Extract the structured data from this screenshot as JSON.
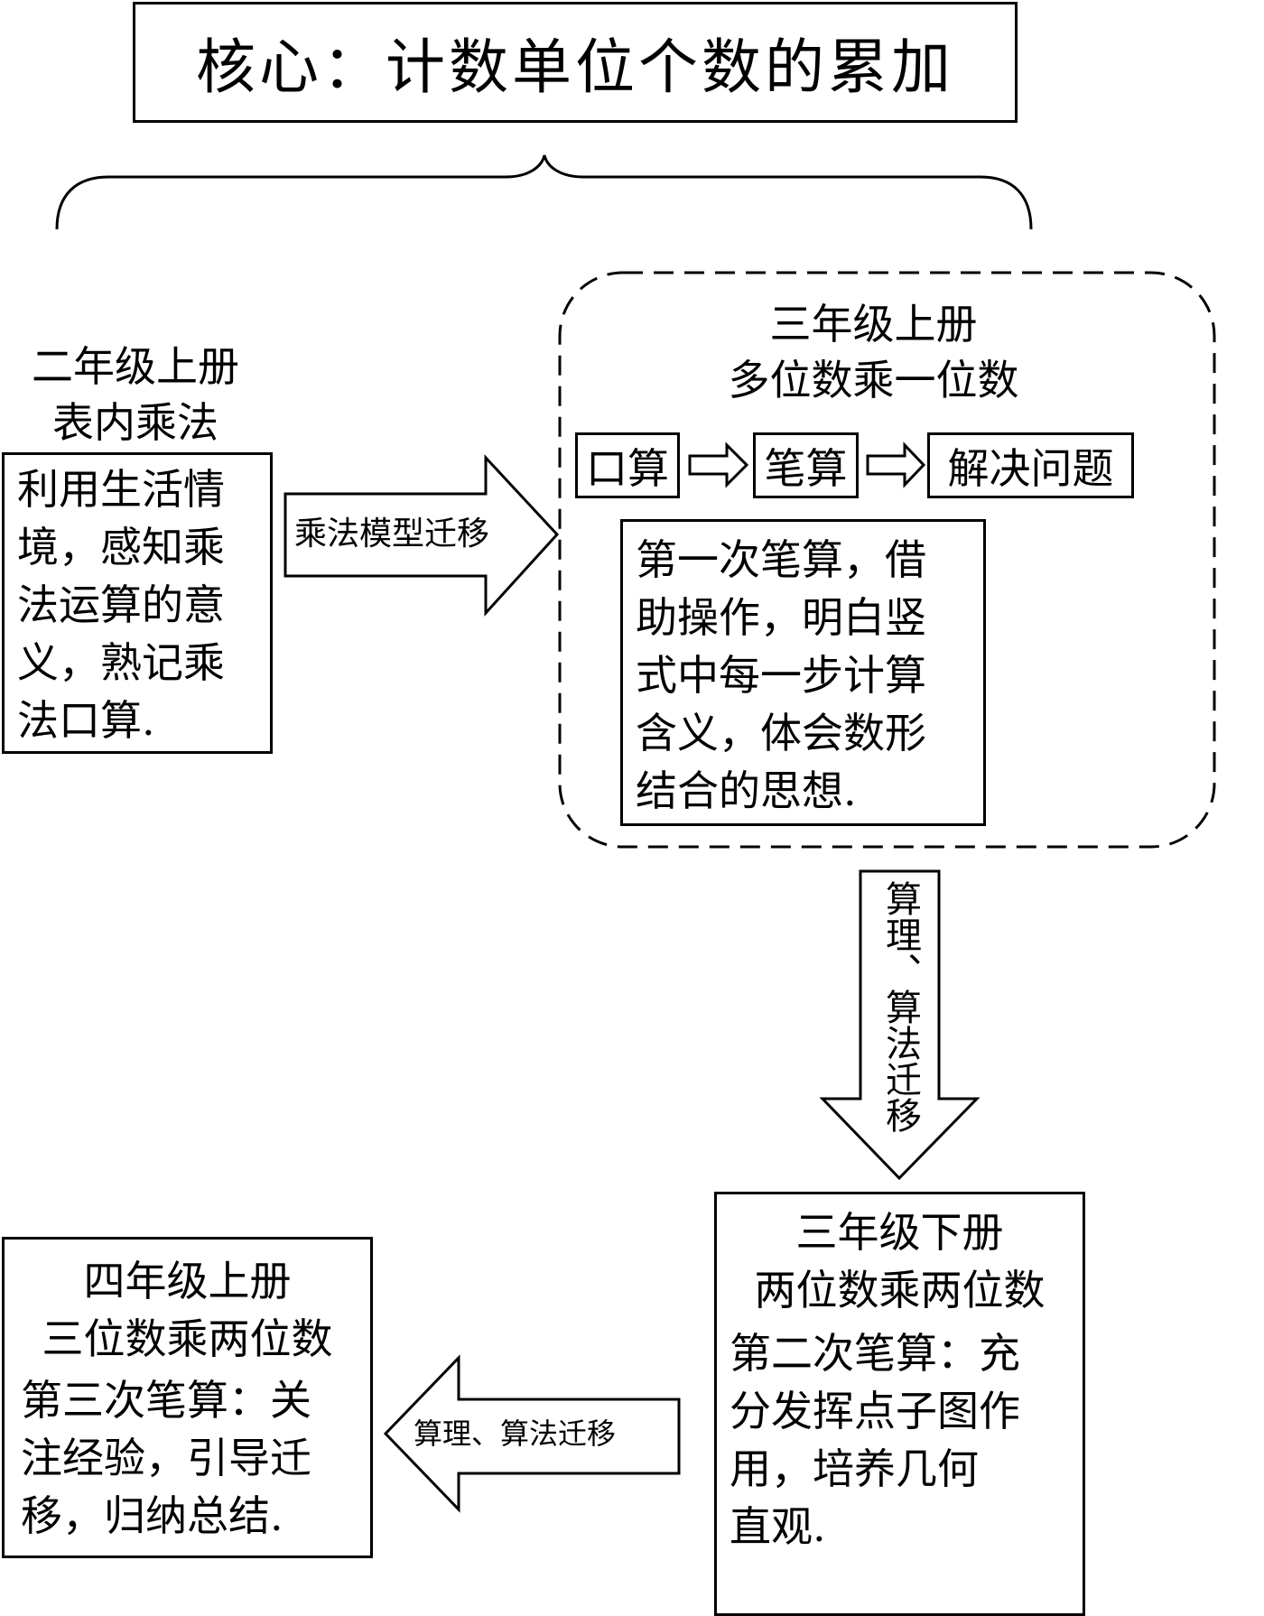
{
  "core": {
    "title": "核心：计数单位个数的累加"
  },
  "grade2_upper": {
    "heading_line1": "二年级上册",
    "heading_line2": "表内乘法",
    "description_lines": [
      "利用生活情",
      "境，感知乘",
      "法运算的意",
      "义，熟记乘",
      "法口算."
    ]
  },
  "arrow_right": {
    "label": "乘法模型迁移"
  },
  "grade3_upper": {
    "heading_line1": "三年级上册",
    "heading_line2": "多位数乘一位数",
    "steps": [
      "口算",
      "笔算",
      "解决问题"
    ],
    "description_lines": [
      "第一次笔算，借",
      "助操作，明白竖",
      "式中每一步计算",
      "含义，体会数形",
      "结合的思想."
    ]
  },
  "arrow_down": {
    "label": "算理、算法迁移"
  },
  "grade3_lower": {
    "heading_line1": "三年级下册",
    "heading_line2": "两位数乘两位数",
    "description_lines": [
      "第二次笔算：充",
      "分发挥点子图作",
      "用，培养几何",
      "直观."
    ]
  },
  "arrow_left": {
    "label": "算理、算法迁移"
  },
  "grade4_upper": {
    "heading_line1": "四年级上册",
    "heading_line2": "三位数乘两位数",
    "description_lines": [
      "第三次笔算：关",
      "注经验，引导迁",
      "移，归纳总结."
    ]
  }
}
